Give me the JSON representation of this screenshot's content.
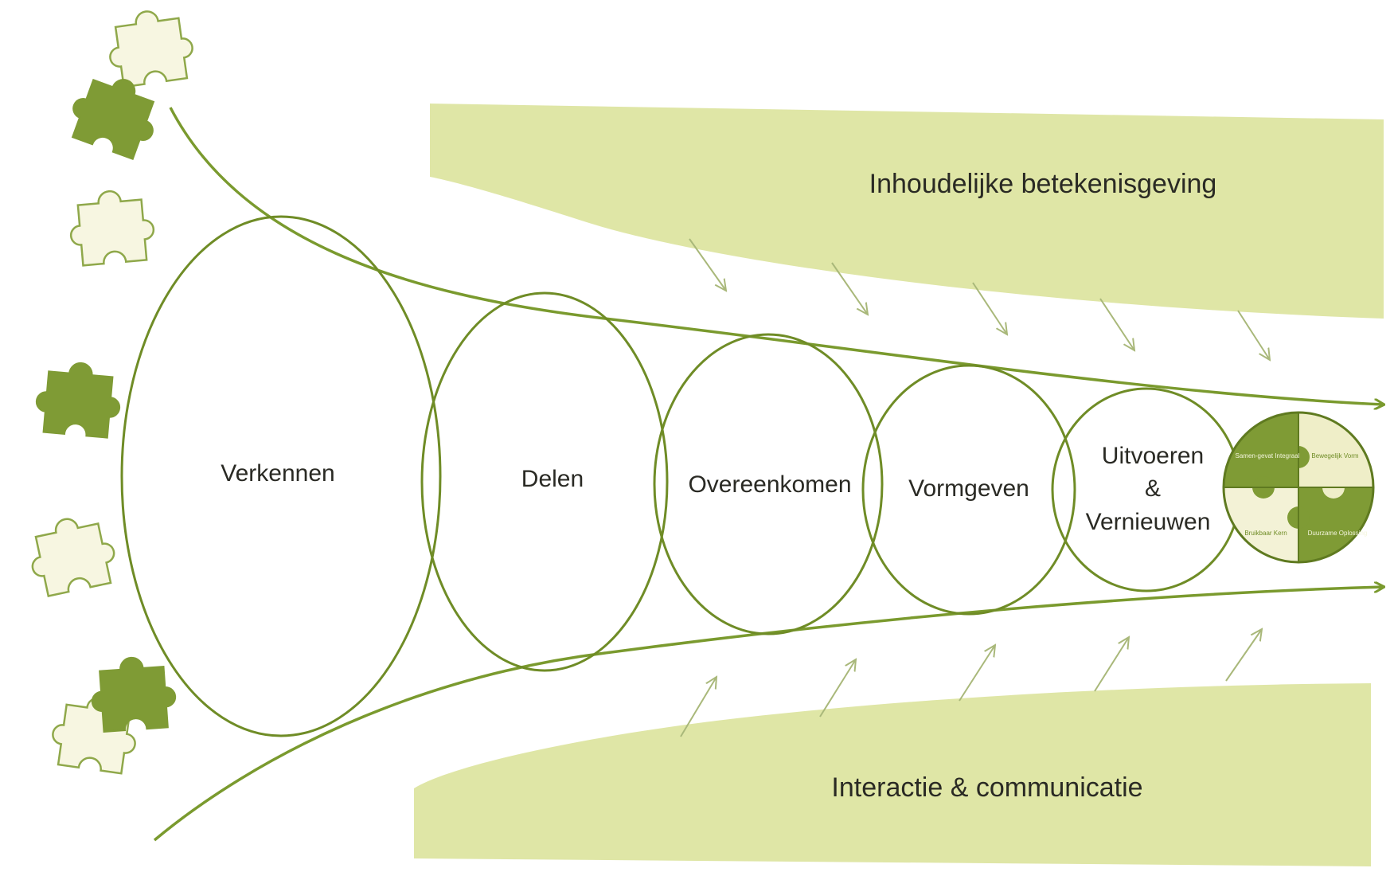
{
  "bands": {
    "top_label": "Inhoudelijke betekenisgeving",
    "bottom_label": "Interactie & communicatie"
  },
  "stages": [
    {
      "name": "Verkennen"
    },
    {
      "name": "Delen"
    },
    {
      "name": "Overeenkomen"
    },
    {
      "name": "Vormgeven"
    },
    {
      "name": "Uitvoeren",
      "line2": "&",
      "line3": "Vernieuwen"
    }
  ],
  "result_pieces": [
    "Samen-gevat Integraal",
    "Bewegelijk Vorm",
    "Bruikbaar Kern",
    "Duurzame Oplossing"
  ],
  "colors": {
    "accent": "#7a9a2e",
    "band_fill": "#dfe6a6",
    "piece_dark": "#7f9b35",
    "piece_light": "#f7f6e1"
  }
}
